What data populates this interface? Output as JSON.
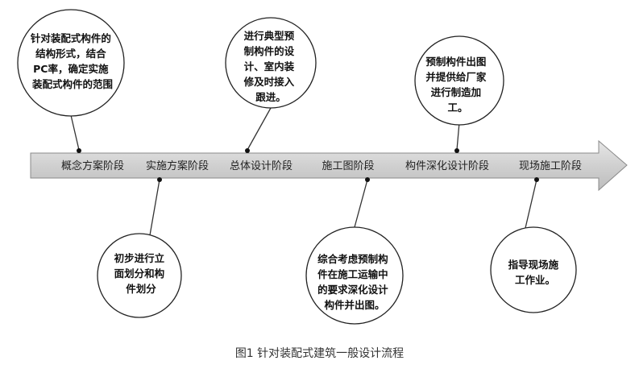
{
  "stages": [
    {
      "label": "概念方案阶段"
    },
    {
      "label": "实施方案阶段"
    },
    {
      "label": "总体设计阶段"
    },
    {
      "label": "施工图阶段"
    },
    {
      "label": "构件深化设计阶段"
    },
    {
      "label": "现场施工阶段"
    }
  ],
  "notes_above": [
    {
      "lines": [
        "针对装配式构件的",
        "结构形式，结合",
        "PC率，确定实施",
        "装配式构件的范围"
      ]
    },
    {
      "lines": [
        "进行典型预",
        "制构件的设",
        "计、室内装",
        "修及时接入",
        "跟进。"
      ]
    },
    {
      "lines": [
        "预制构件出图",
        "并提供给厂家",
        "进行制造加",
        "工。"
      ]
    }
  ],
  "notes_below": [
    {
      "lines": [
        "初步进行立",
        "面划分和构",
        "件划分"
      ]
    },
    {
      "lines": [
        "综合考虑预制构",
        "件在施工运输中",
        "的要求深化设计",
        "构件并出图。"
      ]
    },
    {
      "lines": [
        "指导现场施",
        "工作业。"
      ]
    }
  ],
  "caption": "图1   针对装配式建筑一般设计流程",
  "colors": {
    "arrow_fill": "#d2d2d2",
    "arrow_stroke": "#7a7a7a",
    "bubble_stroke": "#222222",
    "connector": "#333333"
  }
}
